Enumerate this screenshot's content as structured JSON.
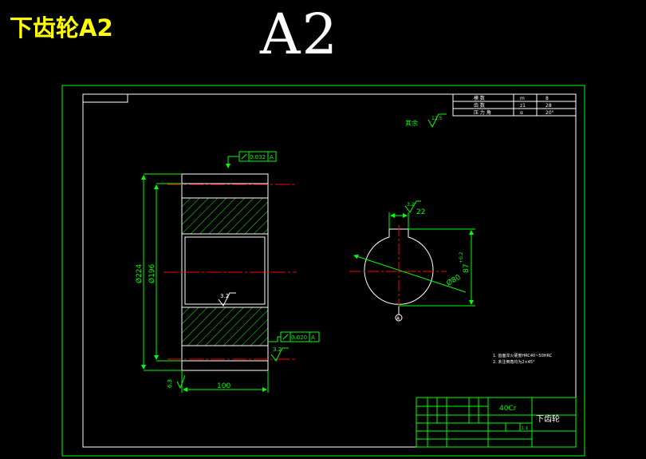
{
  "caption": "下齿轮A2",
  "sheet_label": "A2",
  "colors": {
    "frame": "#00ff00",
    "outline": "#ffffff",
    "centerline": "#ff0000",
    "hatch": "#00ff00",
    "dimension": "#00ff00",
    "note_text": "#ffffff"
  },
  "front_view": {
    "tolerance_top": {
      "value": "0.032",
      "datum": "A"
    },
    "tolerance_bottom": {
      "value": "0.020",
      "datum": "A"
    },
    "roughness_bore": "3.2",
    "roughness_face": "3.2",
    "dim_outer_diameter": "Ø224",
    "dim_root_diameter": "Ø196",
    "dim_width": "100",
    "dim_chamfer": "6.3"
  },
  "side_view": {
    "roughness_keyway": "3.2",
    "dim_keyway_width": "22",
    "dim_bore_diameter": "Ø80",
    "dim_keyway_depth": "87",
    "dim_keyway_tol": "+0.2",
    "datum_label": "A"
  },
  "general_roughness": {
    "label": "其余",
    "value": "12.5"
  },
  "params_table": [
    [
      "模  数",
      "m",
      "8"
    ],
    [
      "齿  数",
      "z1",
      "28"
    ],
    [
      "压 力 角",
      "α",
      "20°"
    ]
  ],
  "notes": [
    "1. 齿面淬火硬度HRC40~50HRC",
    "2. 未注倒角均为2×45°"
  ],
  "title_block": {
    "material": "40Cr",
    "part_name": "下齿轮",
    "scale": "1:1"
  }
}
